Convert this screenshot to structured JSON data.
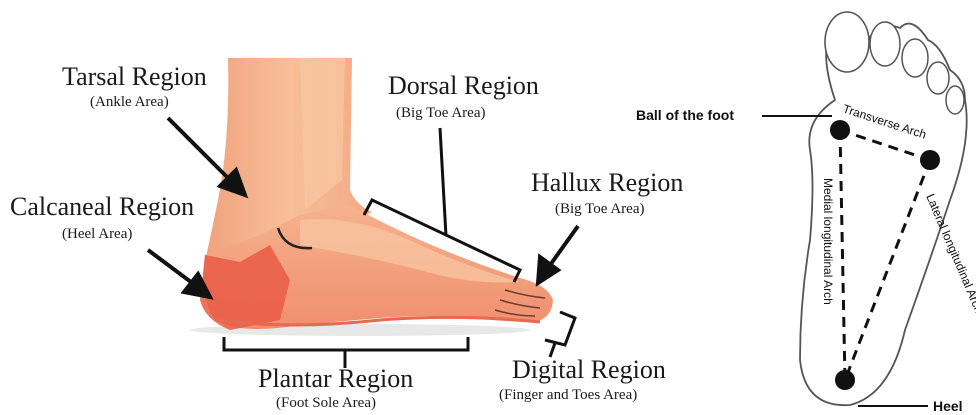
{
  "regions": {
    "tarsal": {
      "title": "Tarsal Region",
      "sub": "(Ankle Area)"
    },
    "calcaneal": {
      "title": "Calcaneal Region",
      "sub": "(Heel Area)"
    },
    "dorsal": {
      "title": "Dorsal Region",
      "sub": "(Big Toe Area)"
    },
    "hallux": {
      "title": "Hallux Region",
      "sub": "(Big Toe Area)"
    },
    "plantar": {
      "title": "Plantar Region",
      "sub": "(Foot Sole Area)"
    },
    "digital": {
      "title": "Digital Region",
      "sub": "(Finger and Toes Area)"
    }
  },
  "sole": {
    "ball_label": "Ball of the foot",
    "heel_label": "Heel",
    "transverse_arch": "Transverse Arch",
    "medial_arch": "Medial longitudinal Arch",
    "lateral_arch": "Lateral longitudinal Arch"
  },
  "colors": {
    "skin_light": "#f7b48c",
    "skin_mid": "#f29a78",
    "skin_dark": "#ec7a5c",
    "skin_red": "#ea5a45",
    "line": "#111111"
  }
}
